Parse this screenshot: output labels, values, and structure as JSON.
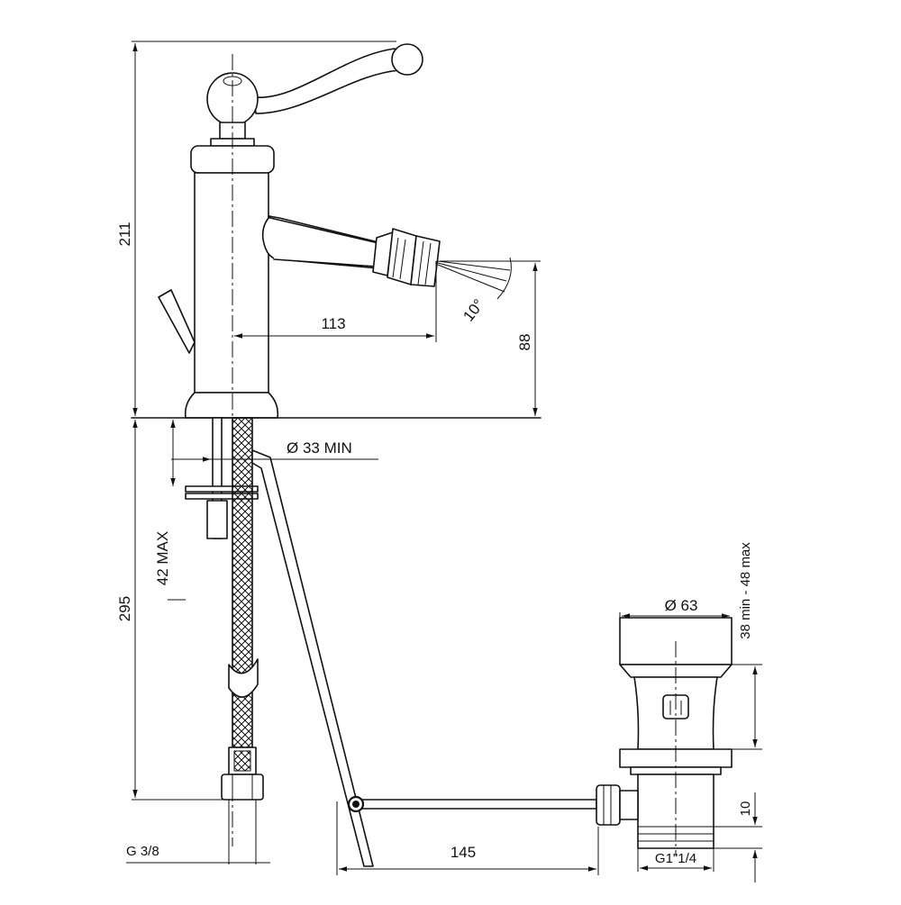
{
  "labels": {
    "height_total": "211",
    "spout_reach": "113",
    "spout_angle": "10°",
    "spout_height": "88",
    "hole_diameter": "Ø 33  MIN",
    "deck_thickness": "42 MAX",
    "hose_length": "295",
    "hose_thread": "G 3/8",
    "rod_length": "145",
    "waste_diameter": "Ø 63",
    "waste_height": "38 min - 48 max",
    "waste_thread_height": "10",
    "waste_thread": "G1\"1/4"
  },
  "colors": {
    "line": "#111111",
    "background": "#ffffff"
  }
}
